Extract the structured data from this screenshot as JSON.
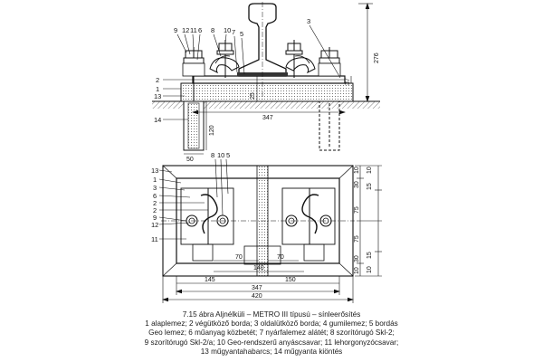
{
  "section": {
    "callouts_top": [
      "9",
      "12",
      "11",
      "6",
      "8",
      "10",
      "7",
      "5",
      "3"
    ],
    "callouts_left": [
      "2",
      "1",
      "13",
      "14"
    ],
    "dims": {
      "height": "276",
      "mid": "25",
      "right": "37",
      "width": "347",
      "depth": "120",
      "bottom": "50"
    }
  },
  "plan": {
    "callouts_top": [
      "8",
      "10",
      "5"
    ],
    "callouts_left": [
      "13",
      "1",
      "3",
      "6",
      "2",
      "2",
      "9",
      "12",
      "11"
    ],
    "dims_right": [
      "10",
      "30",
      "10",
      "15",
      "75",
      "75",
      "15",
      "10",
      "30",
      "10"
    ],
    "dims_bottom": {
      "a": "70",
      "b": "70",
      "c": "140",
      "d": "145",
      "e": "150",
      "f": "347",
      "g": "420"
    }
  },
  "caption": {
    "lines": [
      "7.15 ábra Aljnélküli – METRO III típusú – sínleerősítés",
      "1 alaplemez; 2 végütköző borda; 3 oldalütköző borda; 4 gumilemez; 5 bordás",
      "Geo lemez; 6 műanyag közbetét; 7 nyárfalemez alátét; 8 szorítórugó Skl-2;",
      "9 szorítórugó Skl-2/a; 10 Geo-rendszerű anyáscsavar; 11 lehorgonyzócsavar;",
      "13 műgyantahabarcs; 14 műgyanta kiöntés"
    ]
  }
}
